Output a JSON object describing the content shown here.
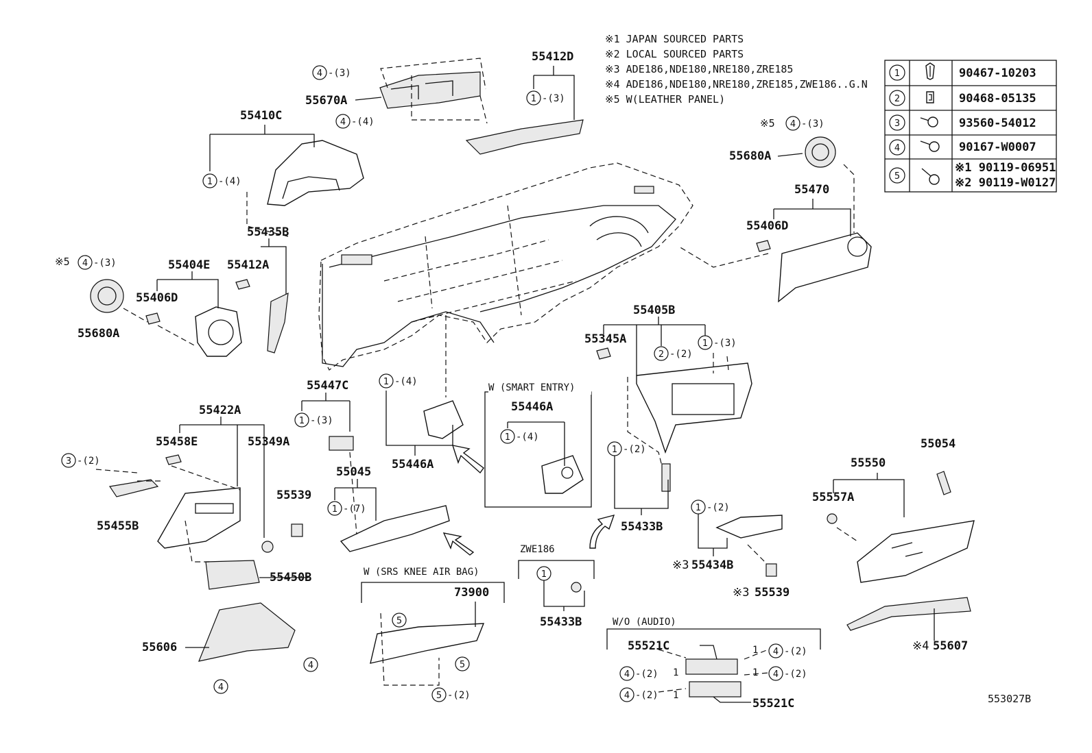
{
  "notes": [
    "※1 JAPAN SOURCED PARTS",
    "※2 LOCAL SOURCED PARTS",
    "※3 ADE186,NDE180,NRE180,ZRE185",
    "※4 ADE186,NDE180,NRE180,ZRE185,ZWE186..G.N",
    "※5 W(LEATHER PANEL)"
  ],
  "legend": [
    {
      "num": "1",
      "part": "90467-10203",
      "icon": "clip-icon"
    },
    {
      "num": "2",
      "part": "90468-05135",
      "icon": "clip-icon"
    },
    {
      "num": "3",
      "part": "93560-54012",
      "icon": "screw-icon"
    },
    {
      "num": "4",
      "part": "90167-W0007",
      "icon": "screw-icon"
    },
    {
      "num": "5",
      "part": "※1 90119-06951",
      "part2": "※2 90119-W0127",
      "icon": "bolt-icon"
    }
  ],
  "labels": {
    "p55412D": "55412D",
    "p55670A": "55670A",
    "p55410C": "55410C",
    "p55680A_r": "55680A",
    "p55470": "55470",
    "p55406D_r": "55406D",
    "p55435B": "55435B",
    "p55404E": "55404E",
    "p55412A": "55412A",
    "p55406D_l": "55406D",
    "p55680A_l": "55680A",
    "p55405B": "55405B",
    "p55345A": "55345A",
    "p55447C": "55447C",
    "p55446A_sm": "55446A",
    "p55446A": "55446A",
    "p55422A": "55422A",
    "p55458E": "55458E",
    "p55349A": "55349A",
    "p55455B": "55455B",
    "p55539": "55539",
    "p55045": "55045",
    "p55450B": "55450B",
    "p55606": "55606",
    "p73900": "73900",
    "p55433B_a": "55433B",
    "p55433B_b": "55433B",
    "p55434B": "55434B",
    "p55539_b": "55539",
    "p55550": "55550",
    "p55054": "55054",
    "p55557A": "55557A",
    "p55607": "55607",
    "p55521C_a": "55521C",
    "p55521C_b": "55521C",
    "ref": "553027B"
  },
  "boxes": {
    "smart_entry": "W (SMART ENTRY)",
    "srs": "W (SRS  KNEE  AIR BAG)",
    "zwe": "ZWE186",
    "audio": "W/O (AUDIO)"
  },
  "marks": {
    "kome3": "※3",
    "kome4": "※4",
    "kome5": "※5"
  },
  "callouts": {
    "c1": "4",
    "q1": "-(3)",
    "c2": "4",
    "q2": "-(4)",
    "c3": "1",
    "q3": "-(3)",
    "c4": "1",
    "q4": "-(4)",
    "c5": "4",
    "q5": "-(3)",
    "c6": "4",
    "q6": "-(3)",
    "c7": "1",
    "q7": "-(4)",
    "c8": "1",
    "q8": "-(3)",
    "c9": "2",
    "q9": "-(2)",
    "c10": "1",
    "q10": "-(3)",
    "c11": "1",
    "q11": "-(4)",
    "c12": "3",
    "q12": "-(2)",
    "c13": "1",
    "q13": "-(7)",
    "c14": "1",
    "q14": "-(2)",
    "c15": "1",
    "q15": "-(2)",
    "c16": "1",
    "c17": "5",
    "c18": "5",
    "c19": "5",
    "q19": "-(2)",
    "c20": "4",
    "c21": "4",
    "c22": "4",
    "q22": "-(2)",
    "c23": "4",
    "q23": "-(2)",
    "c24": "4",
    "q24": "-(2)",
    "c25": "4",
    "q25": "-(2)",
    "c26": "1",
    "c27": "1",
    "c28": "1",
    "c29": "1"
  }
}
